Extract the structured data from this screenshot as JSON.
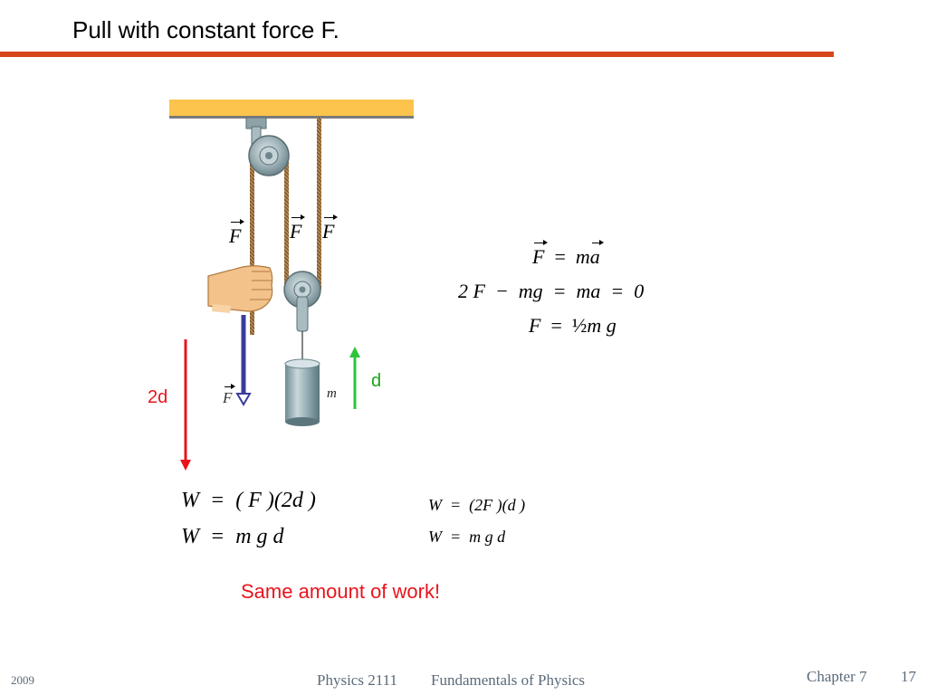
{
  "slide": {
    "title": "Pull with constant force F.",
    "emphasis": "Same amount of work!"
  },
  "diagram": {
    "label_2d": "2d",
    "label_d": "d",
    "label_m": "m",
    "force_symbol": "F",
    "colors": {
      "ceiling": "#fcc44c",
      "down_arrow": "#e8141c",
      "up_arrow": "#2dc43a",
      "force_arrow": "#3a3c9a",
      "accent_rule": "#d6451b"
    }
  },
  "equations": {
    "newton": {
      "lhs": "F",
      "eq": "=",
      "rhs_m": "m",
      "rhs_a": "a"
    },
    "balance": {
      "text": "2 F  −  mg  =  ma  =  0"
    },
    "result": {
      "lhs": "F",
      "eq": "=",
      "half": "½",
      "rhs": "m g"
    },
    "work_left_1": {
      "text": "W  =  ( F )(2d )"
    },
    "work_left_2": {
      "text": "W  =  m g d"
    },
    "work_right_1": {
      "text": "W  =  (2F )(d )"
    },
    "work_right_2": {
      "text": "W  =  m g d"
    }
  },
  "footer": {
    "year": "2009",
    "course": "Physics 2111",
    "subject": "Fundamentals of Physics",
    "chapter": "Chapter 7",
    "page": "17"
  }
}
